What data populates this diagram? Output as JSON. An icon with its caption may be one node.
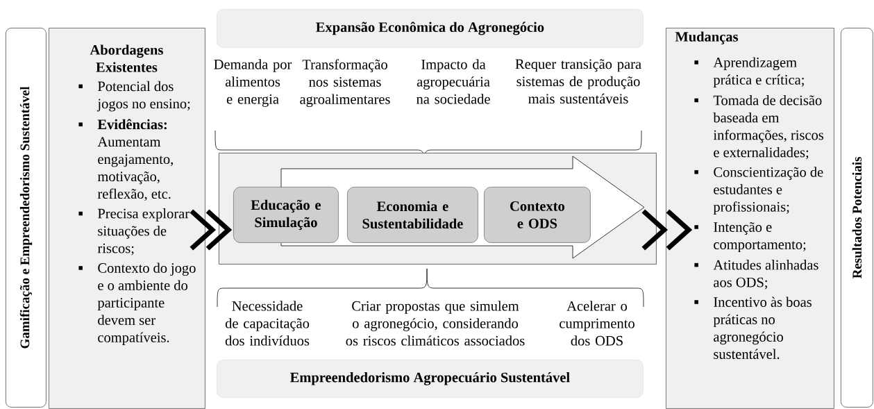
{
  "diagram": {
    "nodes": [
      {
        "text": [
          "Gamificação e Empreendedorismo Sustentável"
        ]
      },
      {
        "text": [
          "Abordagens Existentes",
          "Potencial dos jogos no ensino;",
          "**Evidências:** Aumentam engajamento, motivação, reflexão, etc.",
          "Precisa explorar situações de riscos;",
          "Contexto do jogo e o ambiente do participante devem ser compatíveis."
        ]
      },
      {
        "text": [
          "Expansão Econômica do Agronegócio"
        ]
      },
      {
        "text": [],
        "shape": "box"
      },
      {
        "text": [],
        "shape": "arrow",
        "in": 3
      },
      {
        "text": [
          "Educação e Simulação"
        ],
        "in": 3
      },
      {
        "text": [
          "Economia e Sustentabilidade"
        ],
        "in": 4
      },
      {
        "text": [
          "Contexto e ODS"
        ],
        "in": 4
      },
      {
        "text": [
          "Empreendedorismo Agropecuário Sustentável"
        ]
      },
      {
        "text": [
          "Mudanças",
          "Aprendizagem prática e crítica;",
          "Tomada de decisão baseada em informações, riscos e externalidades;",
          "Conscientização de estudantes e profissionais;",
          "Intenção e comportamento;",
          "Atitudes alinhadas aos ODS;",
          "Incentivo às boas práticas no agronegócio sustentável."
        ]
      },
      {
        "text": [
          "Resultados Potenciais"
        ]
      }
    ],
    "edges": [
      {
        "from": 1,
        "to": 3,
        "arrow": "to"
      },
      {
        "from": 3,
        "to": 9,
        "arrow": "to"
      }
    ],
    "labels": [
      "Demanda por alimentos e energia",
      "Transformação nos sistemas agroalimentares",
      "Impacto da agropecuária na sociedade",
      "Requer transição para sistemas de produção mais sustentáveis",
      "Necessidade de capacitação dos indivíduos",
      "Criar propostas que simulem o agronegócio, considerando os riscos climáticos associados",
      "Acelerar o cumprimento dos ODS"
    ]
  }
}
